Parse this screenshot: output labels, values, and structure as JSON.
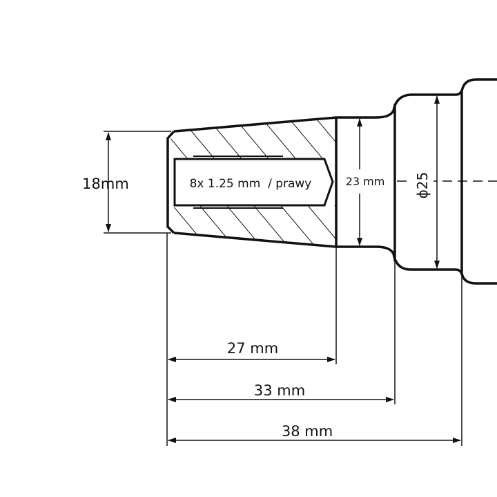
{
  "drawing": {
    "thread_label": "8x 1.25 mm  / prawy",
    "dimensions": {
      "face_diameter": "18mm",
      "cone_end_diameter": "23 mm",
      "flange_diameter": "ϕ25",
      "length_cone": "27 mm",
      "length_to_flange": "33 mm",
      "length_total": "38 mm"
    },
    "colors": {
      "line": "#111111",
      "background": "#ffffff"
    }
  }
}
